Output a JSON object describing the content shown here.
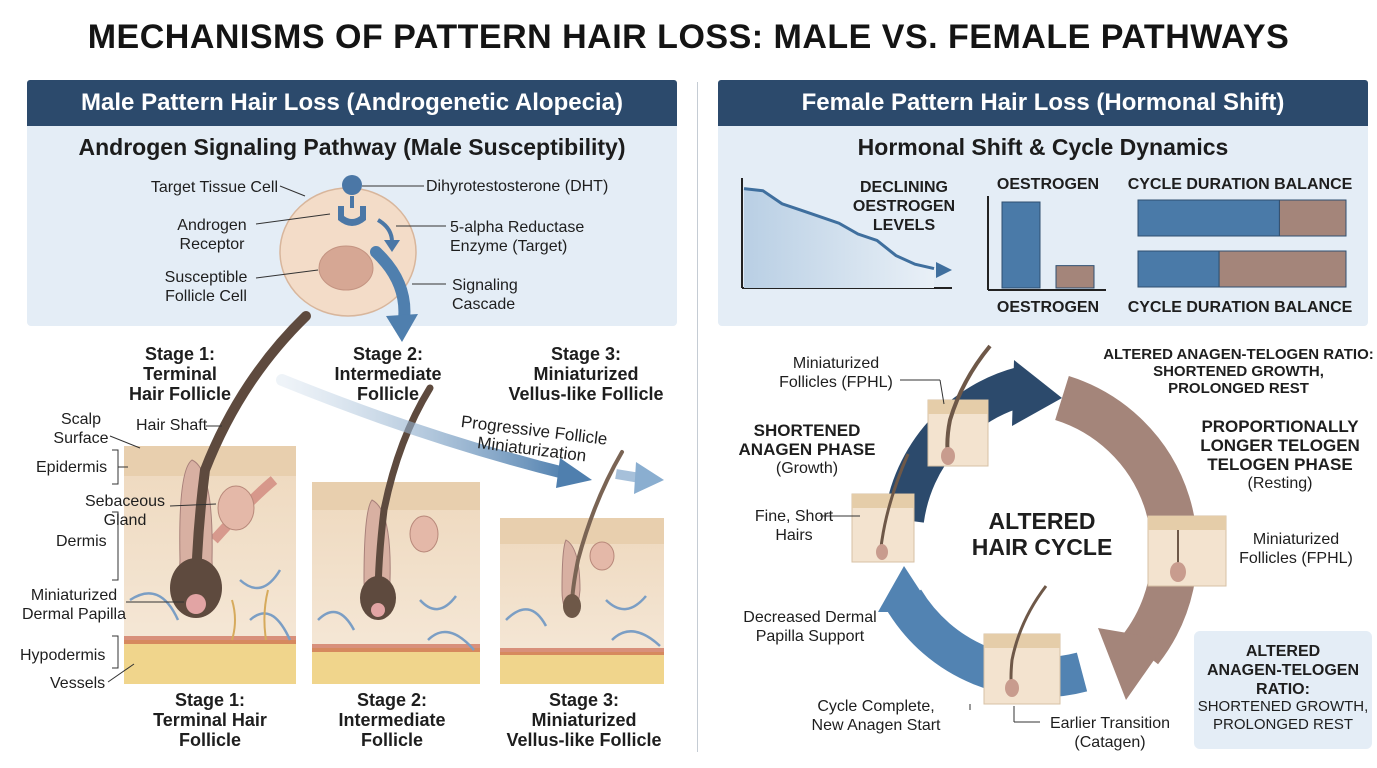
{
  "title": "MECHANISMS OF PATTERN HAIR LOSS: MALE VS. FEMALE PATHWAYS",
  "male": {
    "header": "Male Pattern Hair Loss (Androgenetic Alopecia)",
    "subtitle": "Androgen Signaling Pathway (Male Susceptibility)",
    "cell_labels": {
      "target_tissue_cell": "Target Tissue Cell",
      "androgen_receptor": "Androgen\nReceptor",
      "susceptible_follicle_cell": "Susceptible\nFollicle Cell",
      "dht": "Dihyrotestosterone (DHT)",
      "reductase": "5-alpha Reductase\nEnzyme (Target)",
      "cascade": "Signaling\nCascade"
    },
    "stage_top": {
      "s1": "Stage 1:\nTerminal\nHair Follicle",
      "s2": "Stage 2:\nIntermediate\nFollicle",
      "s3": "Stage 3:\nMiniaturized\nVellus-like Follicle"
    },
    "progressive": "Progressive Follicle\nMiniaturization",
    "anatomy": {
      "scalp_surface": "Scalp\nSurface",
      "hair_shaft": "Hair Shaft",
      "epidermis": "Epidermis",
      "sebaceous_gland": "Sebaceous\nGland",
      "dermis": "Dermis",
      "dermal_papilla": "Miniaturized\nDermal Papilla",
      "hypodermis": "Hypodermis",
      "vessels": "Vessels"
    },
    "stage_bottom": {
      "s1": "Stage 1:\nTerminal Hair\nFollicle",
      "s2": "Stage 2:\nIntermediate\nFollicle",
      "s3": "Stage 3:\nMiniaturized\nVellus-like Follicle"
    }
  },
  "female": {
    "header": "Female Pattern Hair Loss (Hormonal Shift)",
    "subtitle": "Hormonal Shift & Cycle Dynamics",
    "declining": "DECLINING\nOESTROGEN\nLEVELS",
    "oestrogen_top": "OESTROGEN",
    "oestrogen_bottom": "OESTROGEN",
    "cycle_top": "CYCLE DURATION BALANCE",
    "cycle_bottom": "CYCLE DURATION BALANCE",
    "cycle": {
      "center": "ALTERED\nHAIR CYCLE",
      "miniaturized_top": "Miniaturized\nFollicles (FPHL)",
      "altered_ratio_top": "ALTERED ANAGEN-TELOGEN RATIO:\nSHORTENED GROWTH,\nPROLONGED REST",
      "shortened_anagen": "SHORTENED\nANAGEN PHASE",
      "growth": "(Growth)",
      "longer_telogen": "PROPORTIONALLY\nLONGER TELOGEN\nTELOGEN PHASE",
      "resting": "(Resting)",
      "fine_short": "Fine, Short\nHairs",
      "miniaturized_right": "Miniaturized\nFollicles (FPHL)",
      "decreased_papilla": "Decreased Dermal\nPapilla Support",
      "cycle_complete": "Cycle Complete,\nNew Anagen Start",
      "earlier_transition": "Earlier Transition\n(Catagen)",
      "ratio_box_title": "ALTERED\nANAGEN-TELOGEN\nRATIO:",
      "ratio_box_text": "SHORTENED GROWTH,\nPROLONGED REST"
    }
  },
  "chart_data": [
    {
      "type": "line",
      "title": "DECLINING\nOESTROGEN\nLEVELS",
      "x": [
        0,
        1,
        2,
        3,
        4,
        5,
        6,
        7,
        8,
        9,
        10
      ],
      "values": [
        0.92,
        0.9,
        0.78,
        0.72,
        0.66,
        0.6,
        0.5,
        0.44,
        0.3,
        0.22,
        0.18
      ],
      "trend": "declining"
    },
    {
      "type": "bar",
      "title": "OESTROGEN",
      "categories": [
        "",
        ""
      ],
      "values": [
        1.0,
        0.26
      ]
    },
    {
      "type": "bar",
      "orientation": "horizontal-stacked",
      "title": "CYCLE DURATION BALANCE",
      "categories": [
        "",
        ""
      ],
      "series": [
        {
          "values": [
            0.68,
            0.39
          ]
        },
        {
          "values": [
            0.32,
            0.61
          ]
        }
      ]
    }
  ],
  "colors": {
    "header_bg": "#2c4a6c",
    "panel_bg": "#e4edf6",
    "blue": "#4a7aa8",
    "brown": "#a4857a",
    "skin": "#f1e1cd",
    "hypodermis": "#f0d58c",
    "hair": "#5e4a3e"
  }
}
